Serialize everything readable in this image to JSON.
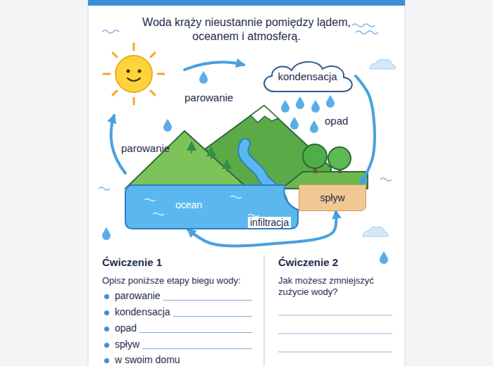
{
  "diagram": {
    "title": "Woda krąży nieustannie pomiędzy lądem, oceanem i atmosferą.",
    "nodes": [
      {
        "text": [
          "kondensacja"
        ]
      },
      {
        "text": [
          "ocean"
        ]
      },
      {
        "text": [
          "spływ"
        ]
      }
    ],
    "edges": [
      {
        "from": 0,
        "to": 2,
        "arrow": "to"
      },
      {
        "from": 2,
        "to": 1,
        "arrow": "both"
      }
    ],
    "labels": [
      "parowanie",
      "parowanie",
      "opad",
      "infiltracja",
      "Ćwiczenie 1",
      "Opisz poniższe etapy biegu wody:",
      "parowanie",
      "kondensacja",
      "opad",
      "spływ",
      "w swoim domu",
      "Ćwiczenie 2",
      "Jak możesz zmniejszyć zużycie wody?"
    ]
  }
}
